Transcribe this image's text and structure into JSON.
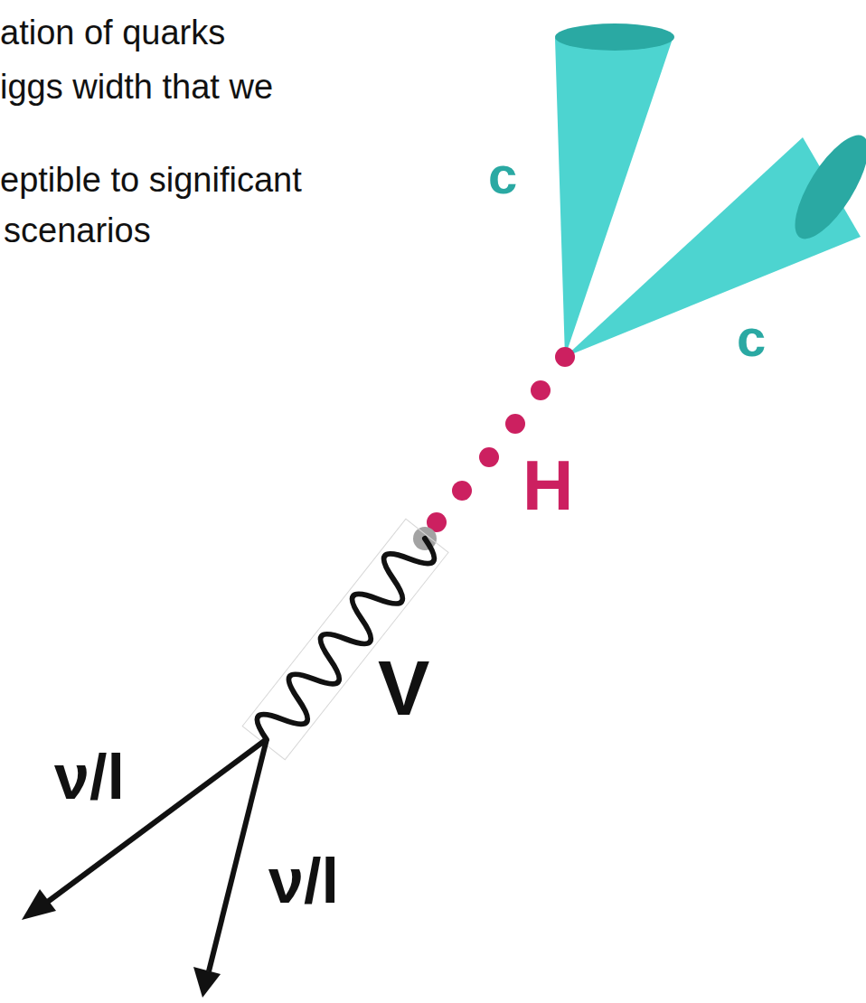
{
  "diagram": {
    "labels": [
      "ation of quarks",
      "iggs width that we",
      "eptible to significant",
      "scenarios",
      "c",
      "c",
      "H",
      "V",
      "ν/l",
      "ν/l"
    ]
  }
}
